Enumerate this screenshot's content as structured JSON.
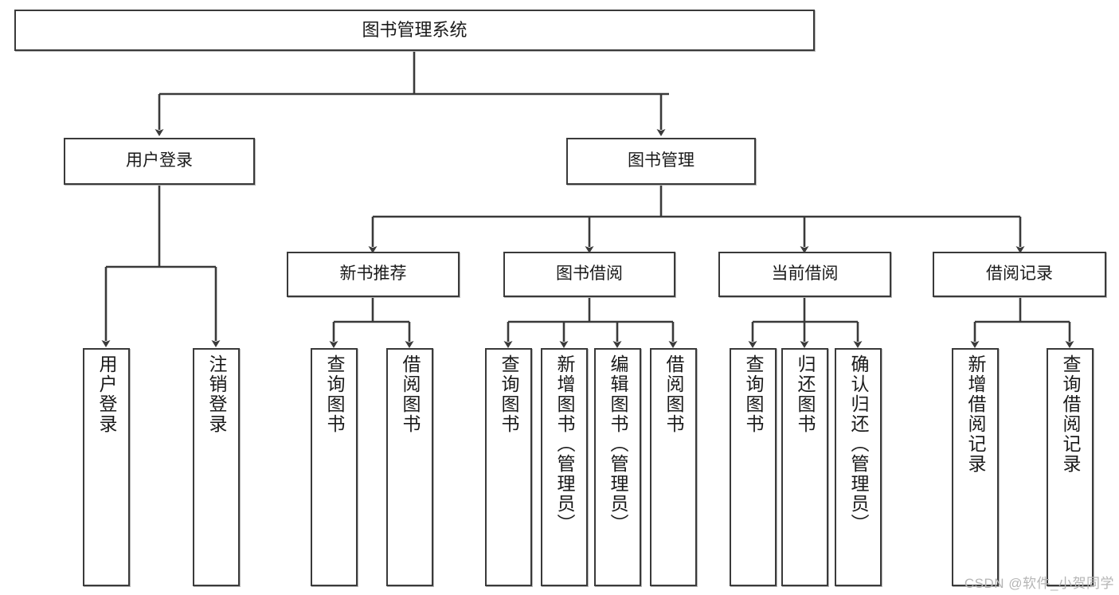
{
  "diagram": {
    "title": "图书管理系统",
    "type": "tree-hierarchy-diagram",
    "root": {
      "label": "图书管理系统"
    },
    "level2": [
      {
        "label": "用户登录"
      },
      {
        "label": "图书管理"
      }
    ],
    "level3": [
      {
        "label": "新书推荐"
      },
      {
        "label": "图书借阅"
      },
      {
        "label": "当前借阅"
      },
      {
        "label": "借阅记录"
      }
    ],
    "leaves": [
      {
        "label": "用户登录"
      },
      {
        "label": "注销登录"
      },
      {
        "label": "查询图书"
      },
      {
        "label": "借阅图书"
      },
      {
        "label": "查询图书"
      },
      {
        "label": "新增图书（管理员）"
      },
      {
        "label": "编辑图书（管理员）"
      },
      {
        "label": "借阅图书"
      },
      {
        "label": "查询图书"
      },
      {
        "label": "归还图书"
      },
      {
        "label": "确认归还（管理员）"
      },
      {
        "label": "新增借阅记录"
      },
      {
        "label": "查询借阅记录"
      }
    ]
  },
  "watermark": {
    "text": "CSDN @软件_小贺同学"
  },
  "colors": {
    "border": "#3a3a3a",
    "background": "#ffffff",
    "text": "#1a1a1a",
    "watermark": "#b5b5b5"
  }
}
